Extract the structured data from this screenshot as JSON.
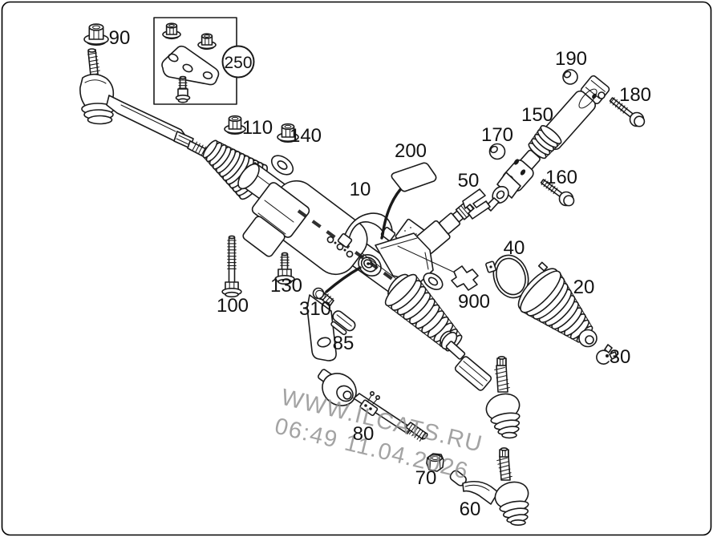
{
  "diagram": {
    "background": "#ffffff",
    "line_color": "#1a1a1a",
    "inset": {
      "label": "250"
    },
    "callouts": [
      {
        "label": "90"
      },
      {
        "label": "250"
      },
      {
        "label": "110"
      },
      {
        "label": "140"
      },
      {
        "label": "200"
      },
      {
        "label": "10"
      },
      {
        "label": "190"
      },
      {
        "label": "150"
      },
      {
        "label": "180"
      },
      {
        "label": "170"
      },
      {
        "label": "50"
      },
      {
        "label": "160"
      },
      {
        "label": "100"
      },
      {
        "label": "130"
      },
      {
        "label": "310"
      },
      {
        "label": "85"
      },
      {
        "label": "900"
      },
      {
        "label": "40"
      },
      {
        "label": "20"
      },
      {
        "label": "30"
      },
      {
        "label": "80"
      },
      {
        "label": "70"
      },
      {
        "label": "60"
      }
    ],
    "watermark": {
      "line1": "WWW.ILCATS.RU",
      "line2": "06:49 11.04.2026",
      "color": "#909090"
    }
  }
}
